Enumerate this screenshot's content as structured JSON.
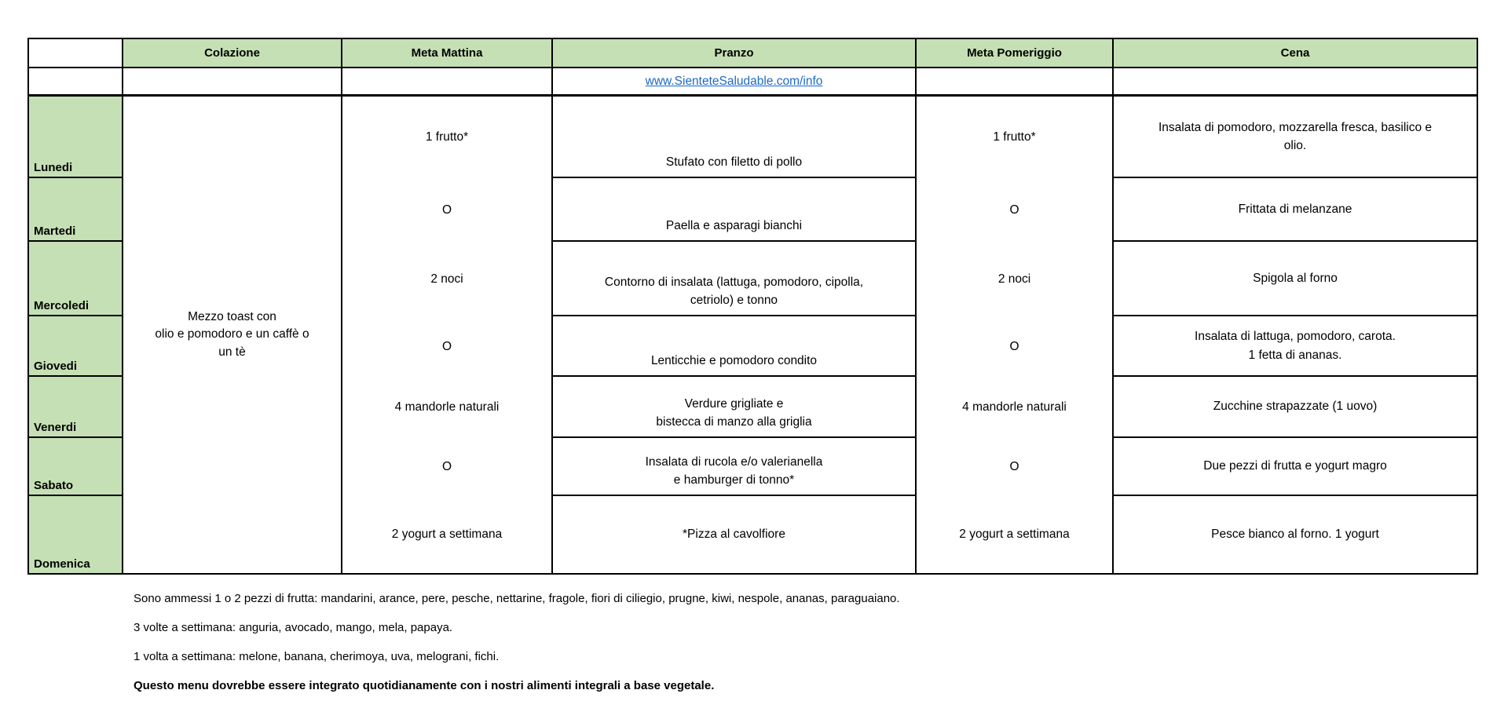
{
  "table": {
    "header": {
      "corner": "",
      "colazione": "Colazione",
      "meta_mattina": "Meta Mattina",
      "pranzo": "Pranzo",
      "meta_pomeriggio": "Meta Pomeriggio",
      "cena": "Cena"
    },
    "info_link": "www.SienteteSaludable.com/info",
    "days": [
      "Lunedi",
      "Martedi",
      "Mercoledi",
      "Giovedi",
      "Venerdi",
      "Sabato",
      "Domenica"
    ],
    "colazione_all_days": "Mezzo toast con\nolio e pomodoro e un caffè o\nun tè",
    "meta_mattina": [
      "1 frutto*",
      "O",
      "2 noci",
      "O",
      "4 mandorle naturali",
      "O",
      "2 yogurt a settimana"
    ],
    "pranzo": [
      "Stufato con filetto di pollo",
      "Paella e asparagi bianchi",
      "Contorno di insalata (lattuga, pomodoro, cipolla,\ncetriolo) e tonno",
      "Lenticchie e pomodoro condito",
      "Verdure grigliate e\nbistecca di manzo alla griglia",
      "Insalata di rucola e/o valerianella\ne hamburger di tonno*",
      "*Pizza al cavolfiore"
    ],
    "meta_pomeriggio": [
      "1 frutto*",
      "O",
      "2 noci",
      "O",
      "4 mandorle naturali",
      "O",
      "2 yogurt a settimana"
    ],
    "cena": [
      "Insalata di pomodoro, mozzarella fresca, basilico e\nolio.",
      "Frittata di melanzane",
      "Spigola al forno",
      "Insalata di lattuga, pomodoro, carota.\n1 fetta di ananas.",
      "Zucchine strapazzate (1 uovo)",
      "Due pezzi di frutta e yogurt magro",
      "Pesce bianco al forno. 1 yogurt"
    ]
  },
  "notes": [
    "Sono ammessi 1 o 2 pezzi di frutta: mandarini, arance, pere, pesche, nettarine, fragole, fiori di ciliegio, prugne, kiwi, nespole, ananas, paraguaiano.",
    "3 volte a settimana: anguria, avocado, mango, mela, papaya.",
    "1 volta a settimana: melone, banana, cherimoya, uva, melograni, fichi.",
    "Questo menu dovrebbe essere integrato quotidianamente con i nostri alimenti integrali a base vegetale."
  ],
  "colors": {
    "header_green": "#c5e0b4",
    "link_blue": "#1b6ac9",
    "border": "#000000"
  }
}
